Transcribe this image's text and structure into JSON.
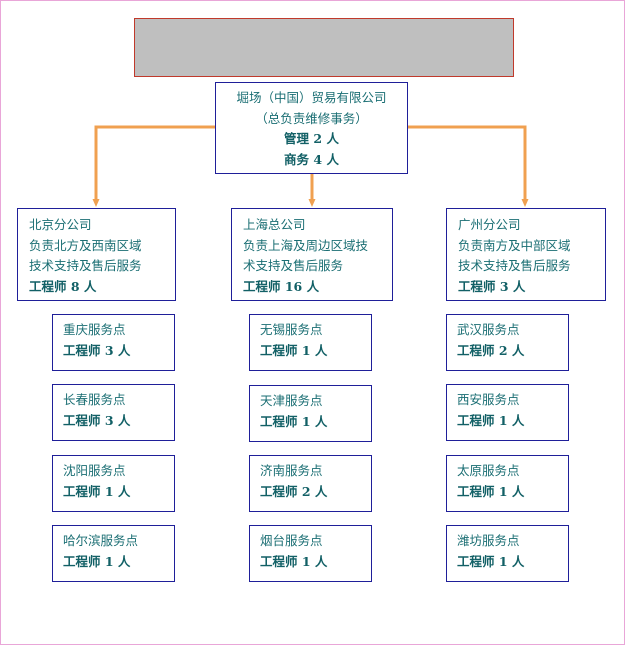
{
  "hq": {
    "name": "堀场（中国）贸易有限公司",
    "desc": "（总负责维修事务）",
    "mgmt": "管理 2 人",
    "biz": "商务 4 人"
  },
  "branches": [
    {
      "name": "北京分公司",
      "line1": "负责北方及西南区域",
      "line2": "技术支持及售后服务",
      "engineers": "工程师 8 人",
      "points": [
        {
          "name": "重庆服务点",
          "engineers": "工程师 3 人"
        },
        {
          "name": "长春服务点",
          "engineers": "工程师 3 人"
        },
        {
          "name": "沈阳服务点",
          "engineers": "工程师 1 人"
        },
        {
          "name": "哈尔滨服务点",
          "engineers": "工程师 1 人"
        }
      ]
    },
    {
      "name": "上海总公司",
      "line1": "负责上海及周边区域技",
      "line2": "术支持及售后服务",
      "engineers": "工程师 16 人",
      "points": [
        {
          "name": "无锡服务点",
          "engineers": "工程师 1 人"
        },
        {
          "name": "天津服务点",
          "engineers": "工程师 1 人"
        },
        {
          "name": "济南服务点",
          "engineers": "工程师 2 人"
        },
        {
          "name": "烟台服务点",
          "engineers": "工程师 1 人"
        }
      ]
    },
    {
      "name": "广州分公司",
      "line1": "负责南方及中部区域",
      "line2": "技术支持及售后服务",
      "engineers": "工程师 3 人",
      "points": [
        {
          "name": "武汉服务点",
          "engineers": "工程师 2 人"
        },
        {
          "name": "西安服务点",
          "engineers": "工程师 1 人"
        },
        {
          "name": "太原服务点",
          "engineers": "工程师 1 人"
        },
        {
          "name": "潍坊服务点",
          "engineers": "工程师 1 人"
        }
      ]
    }
  ],
  "colors": {
    "arrow": "#f0a050",
    "box_border": "#1f1f99",
    "text": "#1a6e73",
    "banner": "#bfbfbf"
  }
}
